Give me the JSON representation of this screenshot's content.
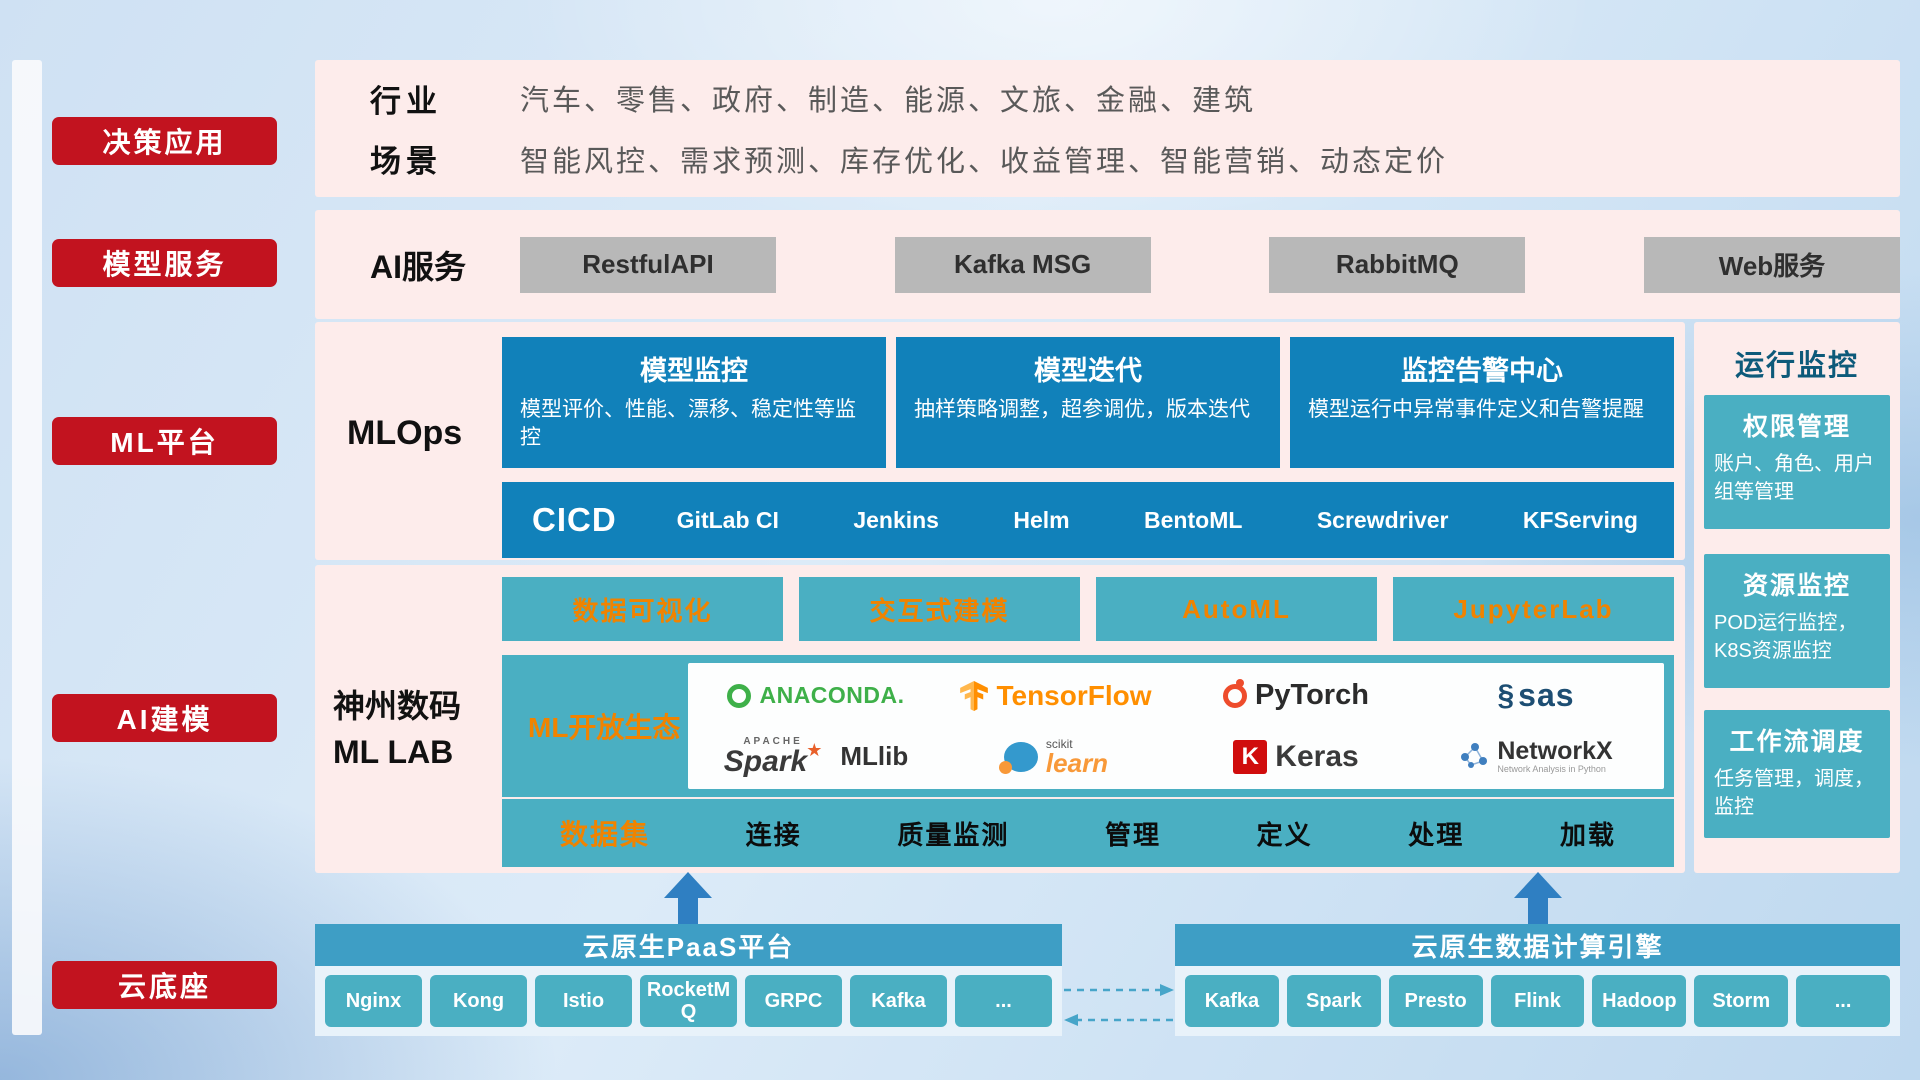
{
  "sidebar": {
    "items": [
      "决策应用",
      "模型服务",
      "ML平台",
      "AI建模",
      "云底座"
    ]
  },
  "industry": {
    "rows": [
      {
        "label": "行业",
        "text": "汽车、零售、政府、制造、能源、文旅、金融、建筑"
      },
      {
        "label": "场景",
        "text": "智能风控、需求预测、库存优化、收益管理、智能营销、动态定价"
      }
    ]
  },
  "ai_service": {
    "label": "AI服务",
    "services": [
      "RestfulAPI",
      "Kafka MSG",
      "RabbitMQ",
      "Web服务"
    ]
  },
  "mlops": {
    "label": "MLOps",
    "cards": [
      {
        "title": "模型监控",
        "desc": "模型评价、性能、漂移、稳定性等监控"
      },
      {
        "title": "模型迭代",
        "desc": "抽样策略调整，超参调优，版本迭代"
      },
      {
        "title": "监控告警中心",
        "desc": "模型运行中异常事件定义和告警提醒"
      }
    ],
    "cicd_label": "CICD",
    "cicd_tools": [
      "GitLab CI",
      "Jenkins",
      "Helm",
      "BentoML",
      "Screwdriver",
      "KFServing"
    ]
  },
  "monitor": {
    "title": "运行监控",
    "cards": [
      {
        "title": "权限管理",
        "desc": "账户、角色、用户组等管理"
      },
      {
        "title": "资源监控",
        "desc": "POD运行监控，K8S资源监控"
      },
      {
        "title": "工作流调度",
        "desc": "任务管理，调度，监控"
      }
    ]
  },
  "mllab": {
    "label_line1": "神州数码",
    "label_line2": "ML LAB",
    "tools": [
      "数据可视化",
      "交互式建模",
      "AutoML",
      "JupyterLab"
    ],
    "eco_label": "ML开放生态",
    "logos": {
      "anaconda": "ANACONDA.",
      "tensorflow": "TensorFlow",
      "pytorch": "PyTorch",
      "sas": "sas",
      "apache": "APACHE",
      "spark": "Spark",
      "mllib": "MLlib",
      "scikit": "scikit",
      "learn": "learn",
      "keras_k": "K",
      "keras": "Keras",
      "networkx": "NetworkX",
      "networkx_sub": "Network Analysis in Python"
    },
    "data_row": {
      "label": "数据集",
      "items": [
        "连接",
        "质量监测",
        "管理",
        "定义",
        "处理",
        "加载"
      ]
    }
  },
  "cloud": {
    "paas_title": "云原生PaaS平台",
    "paas_items": [
      "Nginx",
      "Kong",
      "Istio",
      "RocketMQ",
      "GRPC",
      "Kafka",
      "..."
    ],
    "engine_title": "云原生数据计算引擎",
    "engine_items": [
      "Kafka",
      "Spark",
      "Presto",
      "Flink",
      "Hadoop",
      "Storm",
      "..."
    ]
  },
  "icons": {
    "spark_star": "★",
    "sas_swirl": "§"
  },
  "colors": {
    "accent_red": "#c2131f",
    "band_pink": "#fdeceb",
    "card_blue": "#1181ba",
    "teal": "#4aafc2",
    "header_blue": "#3e9ec5",
    "orange": "#f08300",
    "gray_button": "#b8b8b8"
  }
}
